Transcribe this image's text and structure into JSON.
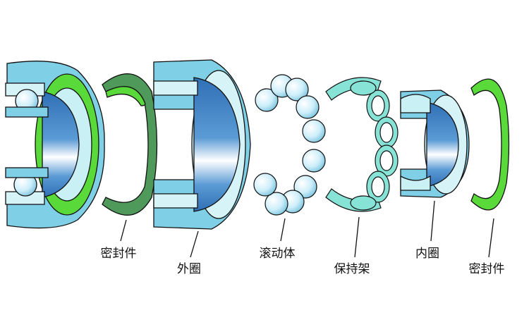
{
  "labels": {
    "seal_left": "密封件",
    "outer_ring": "外圈",
    "rolling_elements": "滚动体",
    "cage": "保持架",
    "inner_ring": "内圈",
    "seal_right": "密封件"
  },
  "colors": {
    "ring_blue": "#7fcfe6",
    "bore_blue": "#3b7fc2",
    "seal_green": "#5ad93a",
    "seal_dark_green": "#4f9a5a",
    "cage_teal": "#86e3d6"
  }
}
